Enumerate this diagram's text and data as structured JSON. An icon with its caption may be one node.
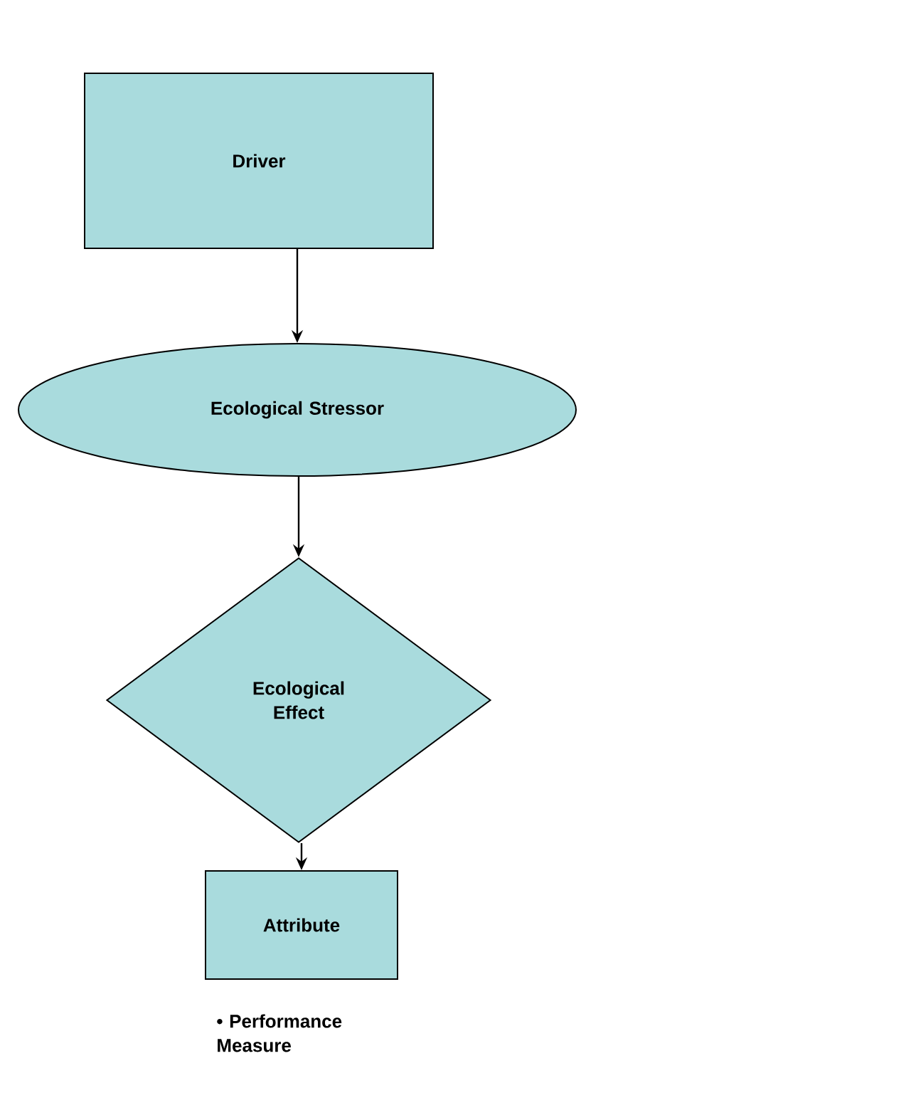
{
  "diagram": {
    "nodes": [
      {
        "text": [
          "Driver"
        ]
      },
      {
        "text": [
          "Ecological Stressor"
        ]
      },
      {
        "text": [
          "Ecological Effect"
        ]
      },
      {
        "text": [
          "Attribute"
        ],
        "beside": [
          "• Performance Measure"
        ]
      }
    ],
    "edges": [
      {
        "from": 0,
        "to": 1,
        "arrow": "to"
      },
      {
        "from": 1,
        "to": 2,
        "arrow": "to"
      },
      {
        "from": 2,
        "to": 3,
        "arrow": "to"
      }
    ]
  }
}
